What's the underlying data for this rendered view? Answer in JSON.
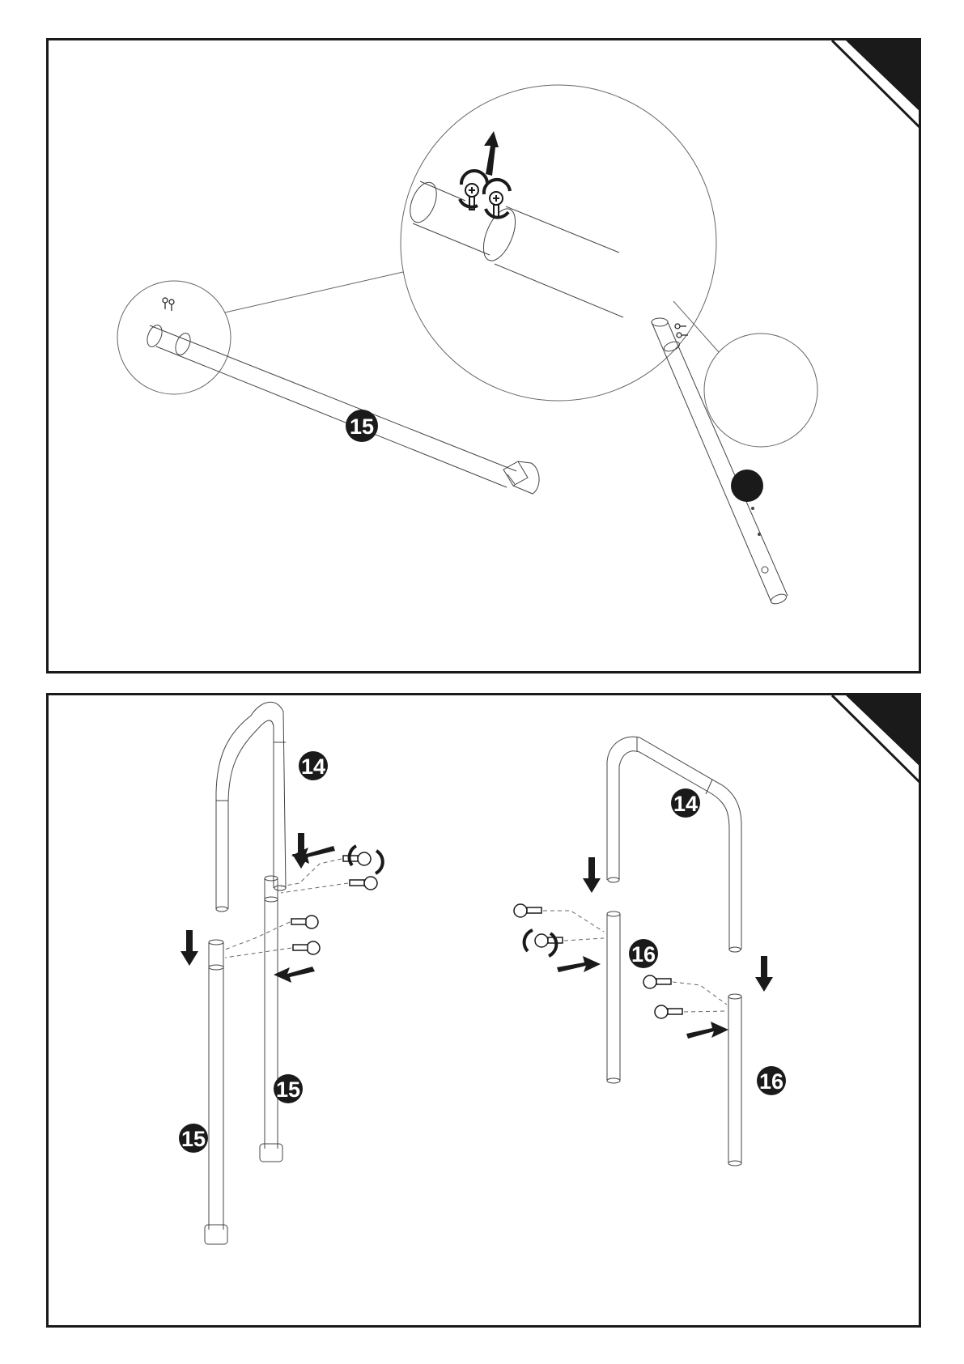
{
  "colors": {
    "ink": "#1a1a1a",
    "line": "#555555",
    "paper": "#ffffff"
  },
  "step1": {
    "parts": {
      "tube_bottom": "15"
    }
  },
  "step2": {
    "parts": {
      "frame_left": "14",
      "tube_left_a": "15",
      "tube_left_b": "15",
      "frame_right": "14",
      "tube_right_a": "16",
      "tube_right_b": "16"
    }
  }
}
